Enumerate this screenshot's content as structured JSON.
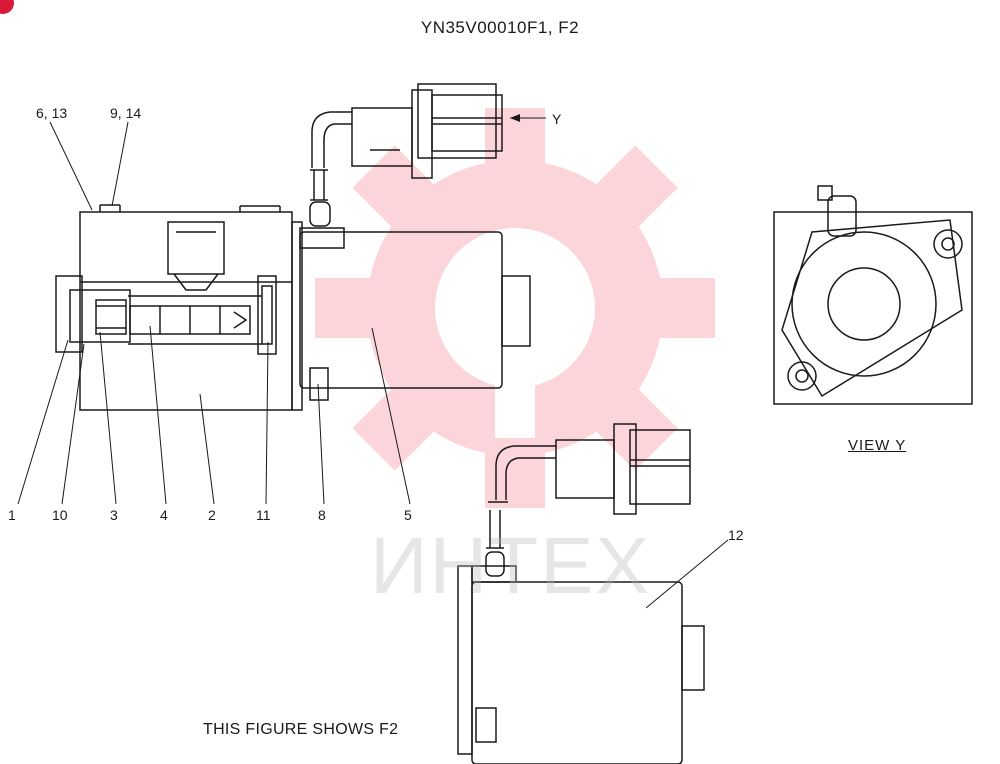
{
  "title": "YN35V00010F1, F2",
  "view_label": "VIEW  Y",
  "caption": "THIS FIGURE SHOWS  F2",
  "watermark_text": "ИНТЕХ",
  "arrow_label": "Y",
  "callouts": {
    "c1": "1",
    "c2": "2",
    "c3": "3",
    "c4": "4",
    "c5": "5",
    "c6_13": "6, 13",
    "c8": "8",
    "c9_14": "9, 14",
    "c10": "10",
    "c11": "11",
    "c12": "12"
  },
  "colors": {
    "line": "#1a1a1a",
    "watermark": "#f26d7d",
    "corner_mark": "#d91a3a"
  }
}
